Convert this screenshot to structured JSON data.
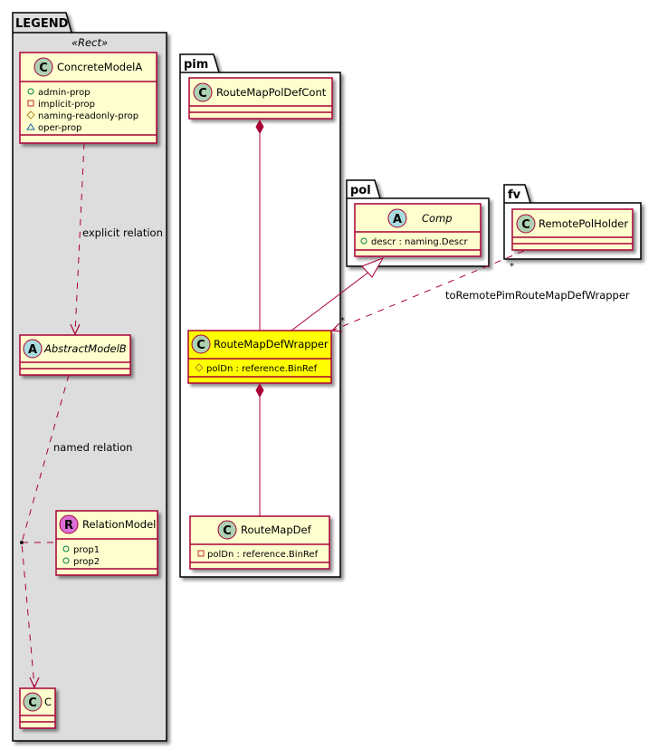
{
  "diagram": {
    "type": "uml-class-diagram",
    "colors": {
      "class_fill": "#FEFECE",
      "class_border": "#A80036",
      "highlight_fill": "#FFFF00",
      "legend_bg": "#DDDDDD",
      "edge": "#A80036",
      "circle_class": "#ADD1B2",
      "circle_abstract": "#A9DCDF",
      "circle_relation": "#DA70D6"
    },
    "packages": {
      "legend": {
        "name": "LEGEND",
        "stereotype": "«Rect»"
      },
      "pim": {
        "name": "pim"
      },
      "pol": {
        "name": "pol"
      },
      "fv": {
        "name": "fv"
      }
    },
    "classes": {
      "concrete_model_a": {
        "kind": "C",
        "name": "ConcreteModelA",
        "attributes": [
          {
            "visibility": "public",
            "icon": "circle",
            "text": "admin-prop"
          },
          {
            "visibility": "private",
            "icon": "square",
            "text": "implicit-prop"
          },
          {
            "visibility": "protected",
            "icon": "diamond",
            "text": "naming-readonly-prop"
          },
          {
            "visibility": "package",
            "icon": "triangle",
            "text": "oper-prop"
          }
        ]
      },
      "abstract_model_b": {
        "kind": "A",
        "name": "AbstractModelB",
        "attributes": []
      },
      "relation_model": {
        "kind": "R",
        "name": "RelationModel",
        "attributes": [
          {
            "visibility": "public",
            "icon": "circle",
            "text": "prop1"
          },
          {
            "visibility": "public",
            "icon": "circle",
            "text": "prop2"
          }
        ]
      },
      "c": {
        "kind": "C",
        "name": "C",
        "attributes": []
      },
      "route_map_pol_def_cont": {
        "kind": "C",
        "name": "RouteMapPolDefCont",
        "attributes": []
      },
      "route_map_def_wrapper": {
        "kind": "C",
        "name": "RouteMapDefWrapper",
        "highlighted": true,
        "attributes": [
          {
            "visibility": "protected",
            "icon": "diamond",
            "text": "polDn : reference.BinRef"
          }
        ]
      },
      "route_map_def": {
        "kind": "C",
        "name": "RouteMapDef",
        "attributes": [
          {
            "visibility": "private",
            "icon": "square",
            "text": "polDn : reference.BinRef"
          }
        ]
      },
      "comp": {
        "kind": "A",
        "name": "Comp",
        "attributes": [
          {
            "visibility": "public",
            "icon": "circle",
            "text": "descr : naming.Descr"
          }
        ]
      },
      "remote_pol_holder": {
        "kind": "C",
        "name": "RemotePolHolder",
        "attributes": []
      }
    },
    "edges": {
      "explicit": {
        "label": "explicit relation",
        "from": "ConcreteModelA",
        "to": "AbstractModelB",
        "style": "dashed-arrow"
      },
      "named": {
        "label": "named relation",
        "from": "AbstractModelB",
        "to": "C",
        "style": "dashed-arrow",
        "association_class": "RelationModel"
      },
      "composition_top": {
        "from": "RouteMapPolDefCont",
        "to": "RouteMapDefWrapper",
        "style": "composition"
      },
      "composition_bottom": {
        "from": "RouteMapDefWrapper",
        "to": "RouteMapDef",
        "style": "composition"
      },
      "inheritance": {
        "from": "RouteMapDefWrapper",
        "to": "Comp",
        "style": "generalization"
      },
      "remote": {
        "label": "toRemotePimRouteMapDefWrapper",
        "from": "RemotePolHolder",
        "to": "RouteMapDefWrapper",
        "style": "dashed-arrow",
        "source_multiplicity": "*",
        "target_multiplicity": "*"
      }
    }
  }
}
